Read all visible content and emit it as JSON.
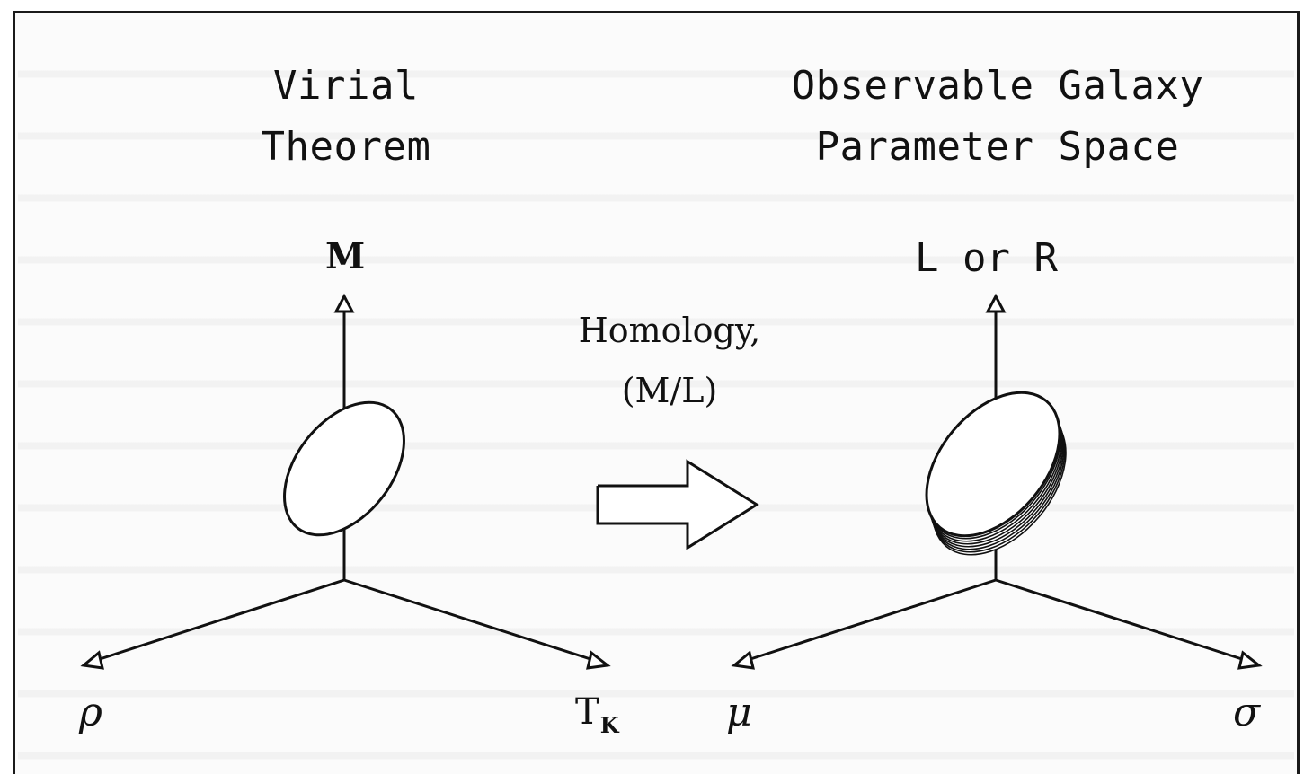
{
  "left_panel": {
    "title_line1": "Virial",
    "title_line2": "Theorem",
    "axis_vertical": "M",
    "axis_left": "ρ",
    "axis_right_main": "T",
    "axis_right_sub": "K"
  },
  "center": {
    "label_line1": "Homology,",
    "label_line2": "(M/L)"
  },
  "right_panel": {
    "title_line1": "Observable Galaxy",
    "title_line2": "Parameter Space",
    "axis_vertical": "L or R",
    "axis_left": "μ",
    "axis_right": "σ"
  },
  "colors": {
    "ink": "#111111",
    "paper": "#fbfbfb",
    "border": "#1a1a1a"
  }
}
